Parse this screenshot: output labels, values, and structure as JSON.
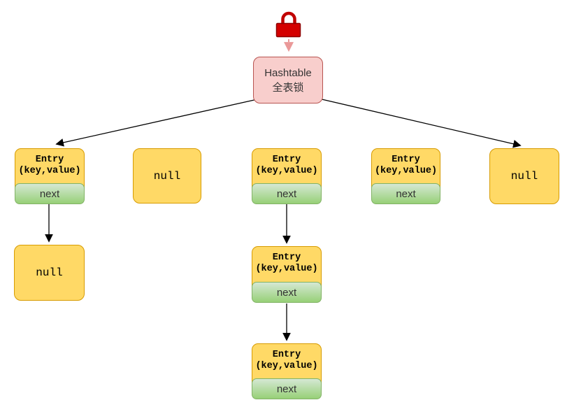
{
  "nodes": {
    "root": {
      "line1": "Hashtable",
      "line2": "全表锁"
    },
    "bucket0": {
      "title": "Entry",
      "subtitle": "(key,value)",
      "next": "next"
    },
    "bucket1": {
      "label": "null"
    },
    "bucket2": {
      "title": "Entry",
      "subtitle": "(key,value)",
      "next": "next"
    },
    "bucket3": {
      "title": "Entry",
      "subtitle": "(key,value)",
      "next": "next"
    },
    "bucket4": {
      "label": "null"
    },
    "chain0_null": {
      "label": "null"
    },
    "chain2_entry1": {
      "title": "Entry",
      "subtitle": "(key,value)",
      "next": "next"
    },
    "chain2_entry2": {
      "title": "Entry",
      "subtitle": "(key,value)",
      "next": "next"
    }
  },
  "icons": {
    "lock": "lock-icon"
  },
  "colors": {
    "lock_red": "#d40000",
    "lock_stroke": "#8e0000",
    "root_fill": "#f8cecc",
    "root_stroke": "#b85450",
    "node_fill": "#ffd966",
    "node_stroke": "#d79b00",
    "next_fill_top": "#d5e8d4",
    "next_fill_bottom": "#97d077",
    "next_stroke": "#82b366",
    "dashed_arrow": "#ea9999",
    "arrow": "#000000",
    "text": "#333333"
  }
}
